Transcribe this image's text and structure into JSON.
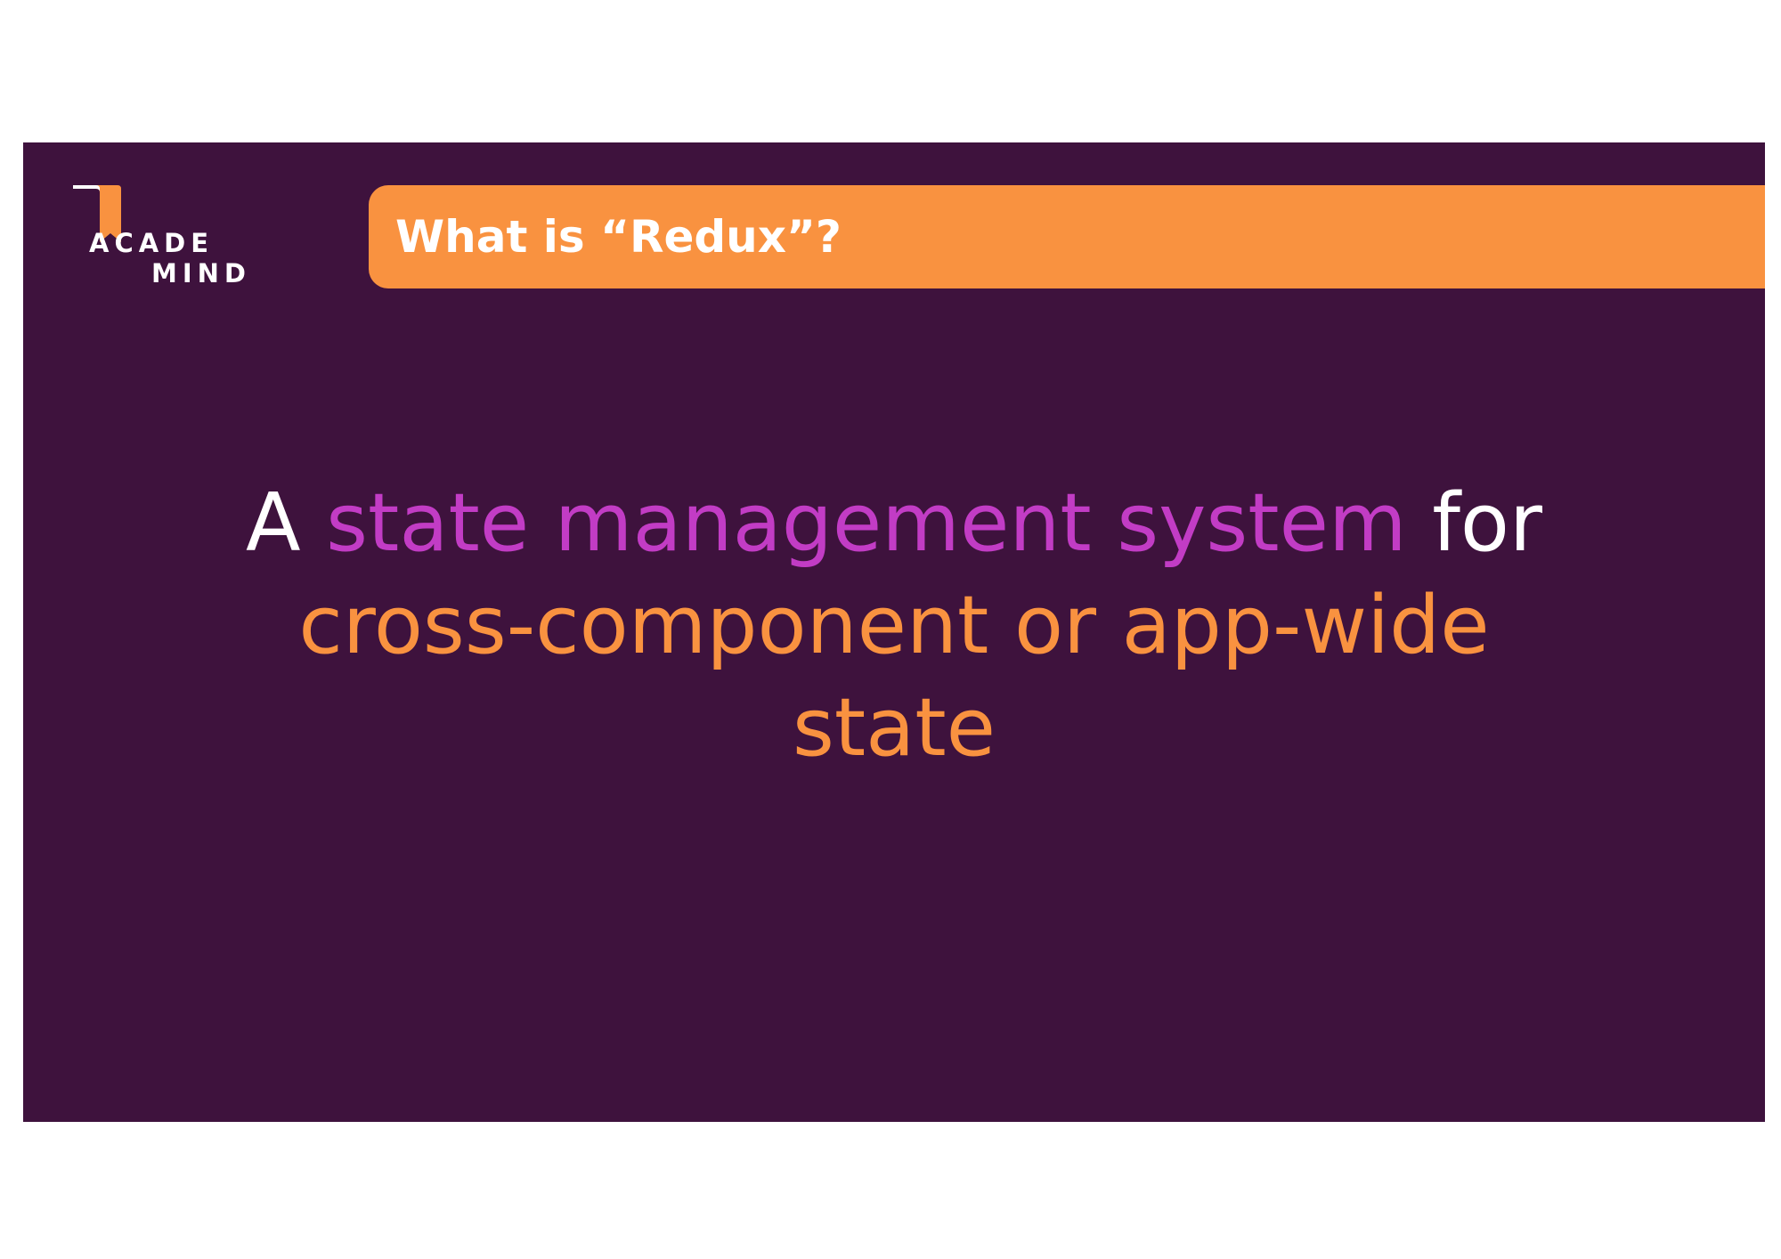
{
  "logo": {
    "line1": "ACADE",
    "line2": "MIND"
  },
  "title": "What is “Redux”?",
  "statement": {
    "line1": {
      "part1": "A ",
      "part2": "state management system",
      "part3": " for"
    },
    "line2": "cross-component or app-wide",
    "line3": "state"
  },
  "colors": {
    "background": "#3e123d",
    "accent_orange": "#f99240",
    "accent_purple": "#c23cc5",
    "text_white": "#ffffff"
  }
}
